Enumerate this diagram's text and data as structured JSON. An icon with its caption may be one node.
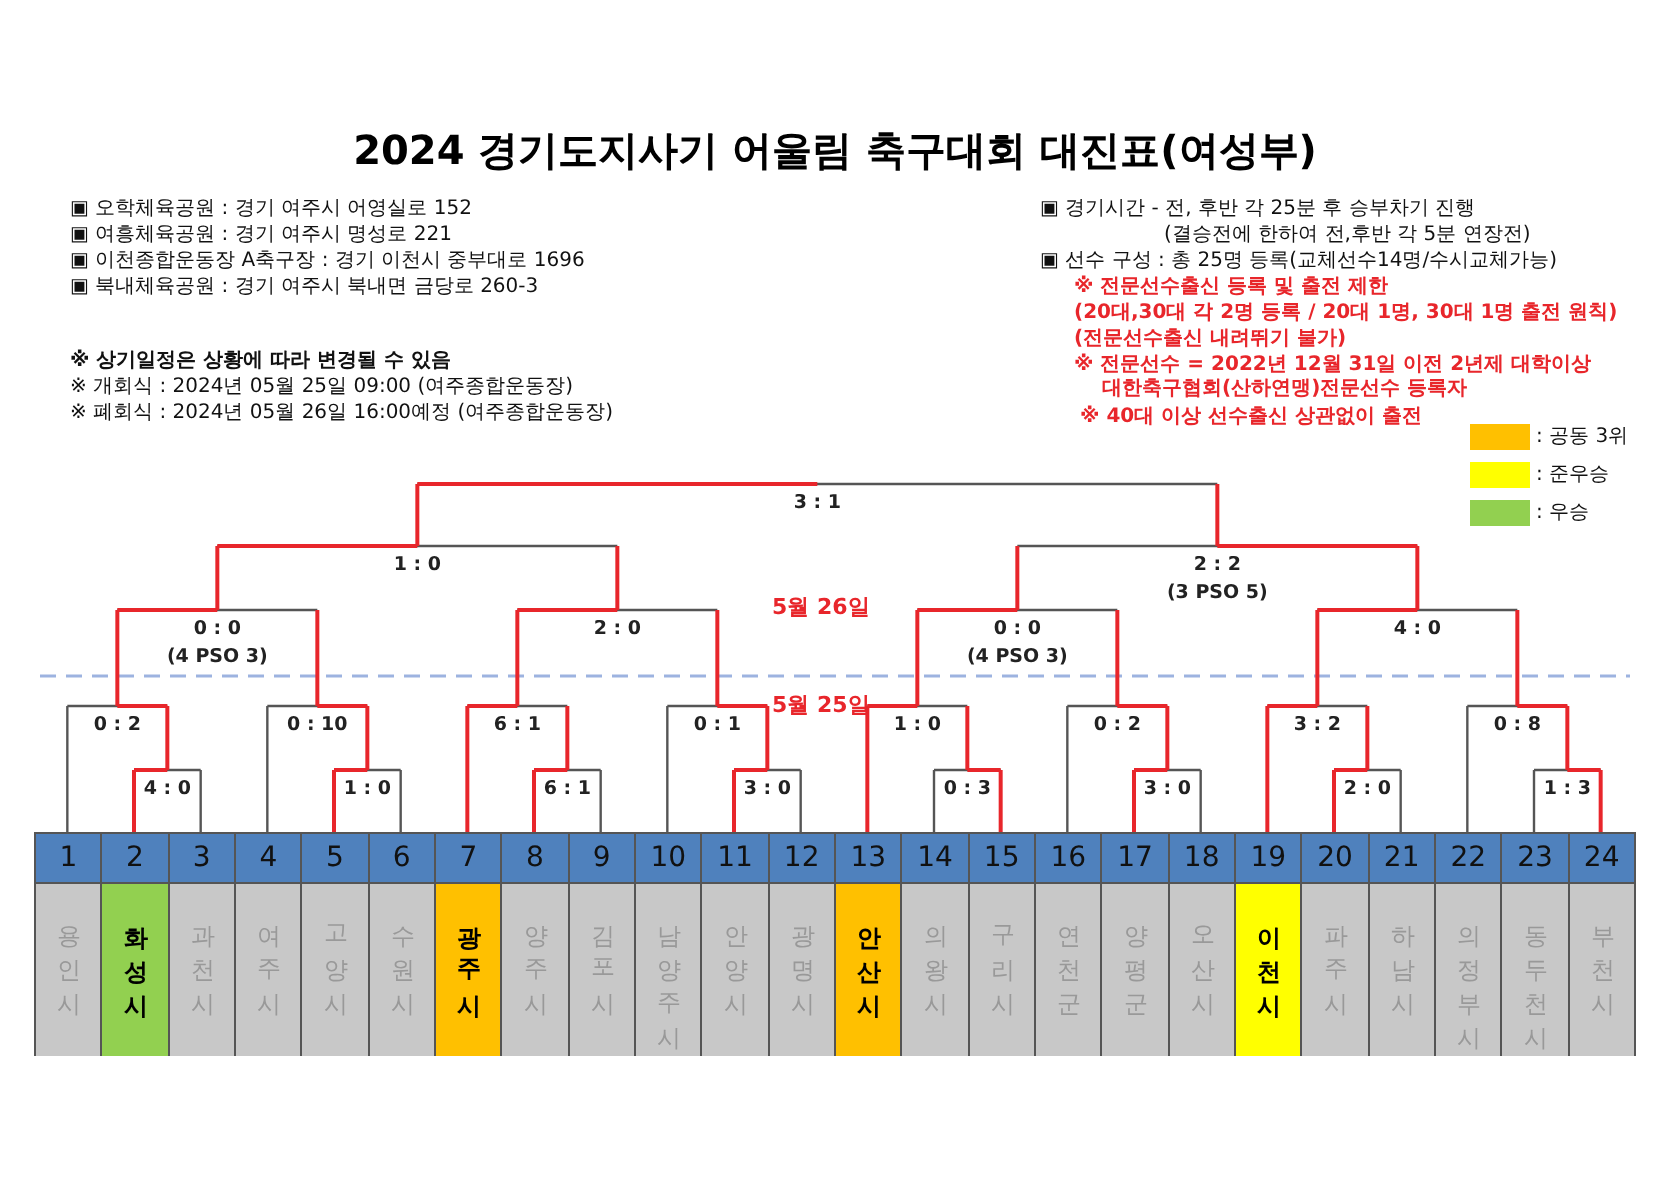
{
  "diagram": {
    "title": "2024 경기도지사기 어울림 축구대회 대진표(여성부)",
    "nodes": [
      {
        "text": [
          "1",
          "용인시"
        ]
      },
      {
        "text": [
          "2",
          "화성시"
        ]
      },
      {
        "text": [
          "3",
          "과천시"
        ]
      },
      {
        "text": [
          "4",
          "여주시"
        ]
      },
      {
        "text": [
          "5",
          "고양시"
        ]
      },
      {
        "text": [
          "6",
          "수원시"
        ]
      },
      {
        "text": [
          "7",
          "광주시"
        ]
      },
      {
        "text": [
          "8",
          "양주시"
        ]
      },
      {
        "text": [
          "9",
          "김포시"
        ]
      },
      {
        "text": [
          "10",
          "남양주시"
        ]
      },
      {
        "text": [
          "11",
          "안양시"
        ]
      },
      {
        "text": [
          "12",
          "광명시"
        ]
      },
      {
        "text": [
          "13",
          "안산시"
        ]
      },
      {
        "text": [
          "14",
          "의왕시"
        ]
      },
      {
        "text": [
          "15",
          "구리시"
        ]
      },
      {
        "text": [
          "16",
          "연천군"
        ]
      },
      {
        "text": [
          "17",
          "양평군"
        ]
      },
      {
        "text": [
          "18",
          "오산시"
        ]
      },
      {
        "text": [
          "19",
          "이천시"
        ]
      },
      {
        "text": [
          "20",
          "파주시"
        ]
      },
      {
        "text": [
          "21",
          "하남시"
        ]
      },
      {
        "text": [
          "22",
          "의정부시"
        ]
      },
      {
        "text": [
          "23",
          "동두천시"
        ]
      },
      {
        "text": [
          "24",
          "부천시"
        ]
      }
    ],
    "labels": [
      "▣ 오학체육공원 : 경기 여주시 어영실로 152",
      "▣ 여흥체육공원 : 경기 여주시  명성로 221",
      "▣ 이천종합운동장 A축구장 : 경기 이천시 중부대로 1696",
      "▣ 북내체육공원 : 경기 여주시 북내면 금당로 260-3",
      "※ 상기일정은 상황에 따라 변경될 수 있음",
      "※ 개회식 : 2024년 05월 25일 09:00 (여주종합운동장)",
      "※ 폐회식 : 2024년 05월 26일 16:00예정 (여주종합운동장)",
      "▣ 경기시간 - 전, 후반 각 25분 후 승부차기 진행",
      "(결승전에 한하여 전,후반 각 5분 연장전)",
      "▣ 선수 구성 : 총 25명 등록(교체선수14명/수시교체가능)",
      "※ 전문선수출신 등록 및 출전 제한",
      "(20대,30대 각 2명 등록 / 20대 1명, 30대 1명 출전 원칙)",
      "(전문선수출신 내려뛰기 불가)",
      "※ 전문선수 = 2022년 12월 31일 이전 2년제 대학이상 대한축구협회(산하연맹)전문선수 등록자",
      "※ 40대 이상 선수출신 상관없이 출전",
      "3 : 1",
      "1 : 0",
      "2 : 2",
      "(3 PSO 5)",
      "5월 26일",
      "0 : 0",
      "(4 PSO 3)",
      "2 : 0",
      "0 : 0",
      "(4 PSO 3)",
      "4 : 0",
      "5월 25일",
      "0 : 2",
      "0 : 10",
      "6 : 1",
      "0 : 1",
      "1 : 0",
      "0 : 2",
      "3 : 2",
      "0 : 8",
      "4 : 0",
      "1 : 0",
      "6 : 1",
      "3 : 0",
      "0 : 3",
      "3 : 0",
      "2 : 0",
      "1 : 3"
    ],
    "legend": [
      {
        "text": ": 공동 3위",
        "color": "#ffc000"
      },
      {
        "text": ": 준우승",
        "color": "#ffff00"
      },
      {
        "text": ": 우승",
        "color": "#92d050"
      }
    ]
  }
}
